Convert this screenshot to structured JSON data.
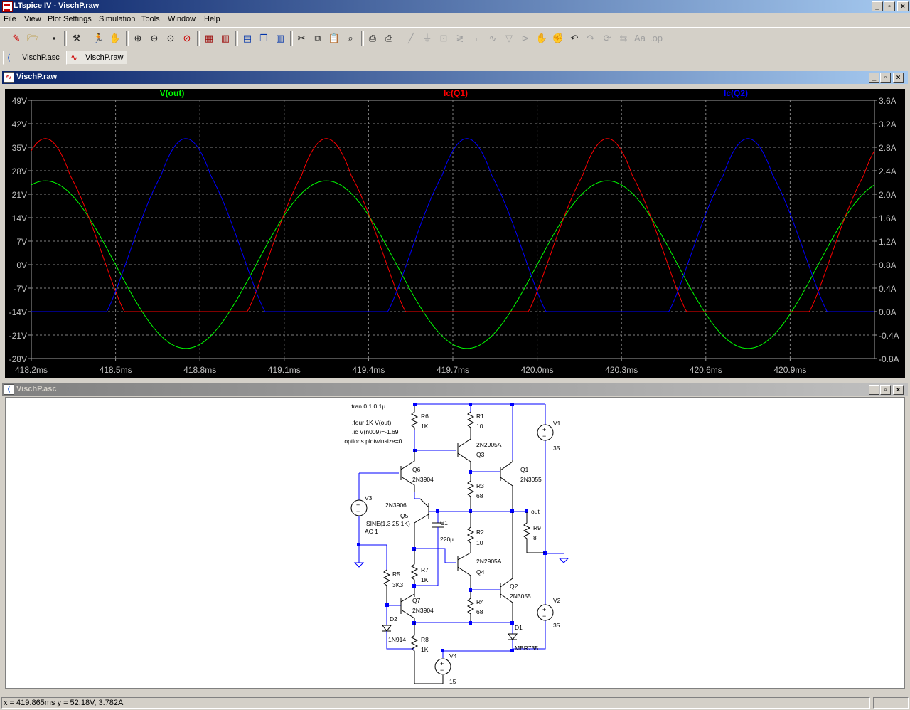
{
  "app": {
    "title": "LTspice IV - VischP.raw",
    "window_controls": [
      "_",
      "▫",
      "×"
    ]
  },
  "menu": [
    "File",
    "View",
    "Plot Settings",
    "Simulation",
    "Tools",
    "Window",
    "Help"
  ],
  "toolbar": {
    "icons": [
      "new-schematic-icon",
      "open-icon",
      "save-icon",
      "control-panel-icon",
      "run-icon",
      "halt-icon",
      "zoom-in-icon",
      "zoom-out-icon",
      "zoom-fit-icon",
      "zoom-cancel-icon",
      "autorange-icon",
      "autorange-y-icon",
      "tile-horizontal-icon",
      "cascade-icon",
      "tile-vertical-icon",
      "cut-icon",
      "copy-icon",
      "paste-icon",
      "find-icon",
      "print-setup-icon",
      "print-icon",
      "wire-icon",
      "ground-icon",
      "label-icon",
      "resistor-icon",
      "capacitor-icon",
      "inductor-icon",
      "diode-icon",
      "component-icon",
      "move-icon",
      "drag-icon",
      "undo-icon",
      "redo-icon",
      "rotate-icon",
      "mirror-icon",
      "text-icon",
      "spice-directive-icon"
    ]
  },
  "tabs": [
    {
      "label": "VischP.asc",
      "icon": "schematic-icon"
    },
    {
      "label": "VischP.raw",
      "icon": "waveform-icon"
    }
  ],
  "plot_window": {
    "title": "VischP.raw"
  },
  "schematic_window": {
    "title": "VischP.asc"
  },
  "colors": {
    "v_out": "#00ff00",
    "ic_q1": "#ff0000",
    "ic_q2": "#0000ff",
    "plot_bg": "#000000",
    "axis_text": "#c0c0c0",
    "wire": "#0000ff"
  },
  "chart_data": {
    "type": "line",
    "title": "",
    "x_unit": "ms",
    "xlim": [
      418.2,
      421.2
    ],
    "x_ticks": [
      "418.2ms",
      "418.5ms",
      "418.8ms",
      "419.1ms",
      "419.4ms",
      "419.7ms",
      "420.0ms",
      "420.3ms",
      "420.6ms",
      "420.9ms"
    ],
    "x_tick_values": [
      418.2,
      418.5,
      418.8,
      419.1,
      419.4,
      419.7,
      420.0,
      420.3,
      420.6,
      420.9
    ],
    "left_axis": {
      "ylim": [
        -28,
        49
      ],
      "ticks": [
        "49V",
        "42V",
        "35V",
        "28V",
        "21V",
        "14V",
        "7V",
        "0V",
        "-7V",
        "-14V",
        "-21V",
        "-28V"
      ],
      "tick_values": [
        49,
        42,
        35,
        28,
        21,
        14,
        7,
        0,
        -7,
        -14,
        -21,
        -28
      ]
    },
    "right_axis": {
      "ylim": [
        -0.8,
        3.6
      ],
      "ticks": [
        "3.6A",
        "3.2A",
        "2.8A",
        "2.4A",
        "2.0A",
        "1.6A",
        "1.2A",
        "0.8A",
        "0.4A",
        "0.0A",
        "-0.4A",
        "-0.8A"
      ],
      "tick_values": [
        3.6,
        3.2,
        2.8,
        2.4,
        2.0,
        1.6,
        1.2,
        0.8,
        0.4,
        0.0,
        -0.4,
        -0.8
      ]
    },
    "grid": true,
    "series": [
      {
        "name": "V(out)",
        "axis": "left",
        "color": "#00ff00",
        "kind": "sine",
        "amplitude": 25.0,
        "offset": 0,
        "frequency_khz": 1,
        "peak_at_ms": 418.25
      },
      {
        "name": "Ic(Q1)",
        "axis": "right",
        "color": "#ff0000",
        "kind": "halfwave",
        "peak": 2.94,
        "floor": 0.0,
        "frequency_khz": 1,
        "peak_at_ms": 418.25
      },
      {
        "name": "Ic(Q2)",
        "axis": "right",
        "color": "#0000ff",
        "kind": "halfwave",
        "peak": 2.94,
        "floor": 0.0,
        "frequency_khz": 1,
        "peak_at_ms": 418.75
      }
    ]
  },
  "schematic": {
    "directives": [
      ".tran 0 1 0 1µ",
      ".four 1K V(out)",
      ".ic V(n009)=-1.69",
      ".options plotwinsize=0"
    ],
    "labels": {
      "R6": "R6",
      "R6v": "1K",
      "R1": "R1",
      "R1v": "10",
      "Q3t": "2N2905A",
      "Q3": "Q3",
      "Q6": "Q6",
      "Q6t": "2N3904",
      "Q1": "Q1",
      "Q1t": "2N3055",
      "R3": "R3",
      "R3v": "68",
      "V3": "V3",
      "Q5t": "2N3906",
      "Q5": "Q5",
      "V3src": "SINE(1.3 25 1K)",
      "V3ac": "AC 1",
      "C1": "C1",
      "C1v": "220µ",
      "R2": "R2",
      "R2v": "10",
      "out": "out",
      "R9": "R9",
      "R9v": "8",
      "V1": "V1",
      "V1v": "35",
      "R7": "R7",
      "R7v": "1K",
      "R5": "R5",
      "R5v": "3K3",
      "Q4t": "2N2905A",
      "Q4": "Q4",
      "Q7": "Q7",
      "Q7t": "2N3904",
      "Q2": "Q2",
      "Q2t": "2N3055",
      "R4": "R4",
      "R4v": "68",
      "V2": "V2",
      "V2v": "35",
      "D2": "D2",
      "D2t": "1N914",
      "R8": "R8",
      "R8v": "1K",
      "D1": "D1",
      "D1t": "MBR735",
      "V4": "V4",
      "V4v": "15"
    }
  },
  "status": {
    "text": "x = 419.865ms    y = 52.18V, 3.782A"
  }
}
